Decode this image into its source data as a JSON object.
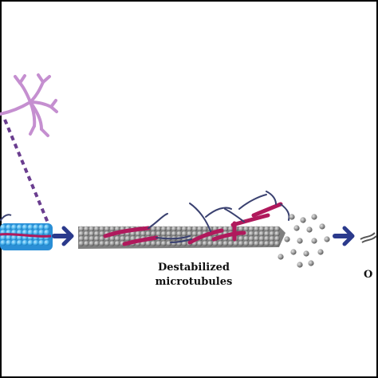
{
  "labels": {
    "destabilized_line1": "Destabilized",
    "destabilized_line2": "microtubules",
    "cut_off_right": "O"
  },
  "colors": {
    "frame": "#000000",
    "stable_microtubule": "#4fb8f0",
    "destabilized_microtubule": "#8a8a8a",
    "binding_protein": "#b0195c",
    "connector": "#6a3d8f",
    "neuron_icon": "#c58fd0",
    "arrow": "#2b3a8c",
    "filament": "#3a4170",
    "tubulin_dimers": "#9a9a9a"
  },
  "icons": [
    "neuron-icon",
    "arrow-icon",
    "tubulin-dimer-icon"
  ]
}
